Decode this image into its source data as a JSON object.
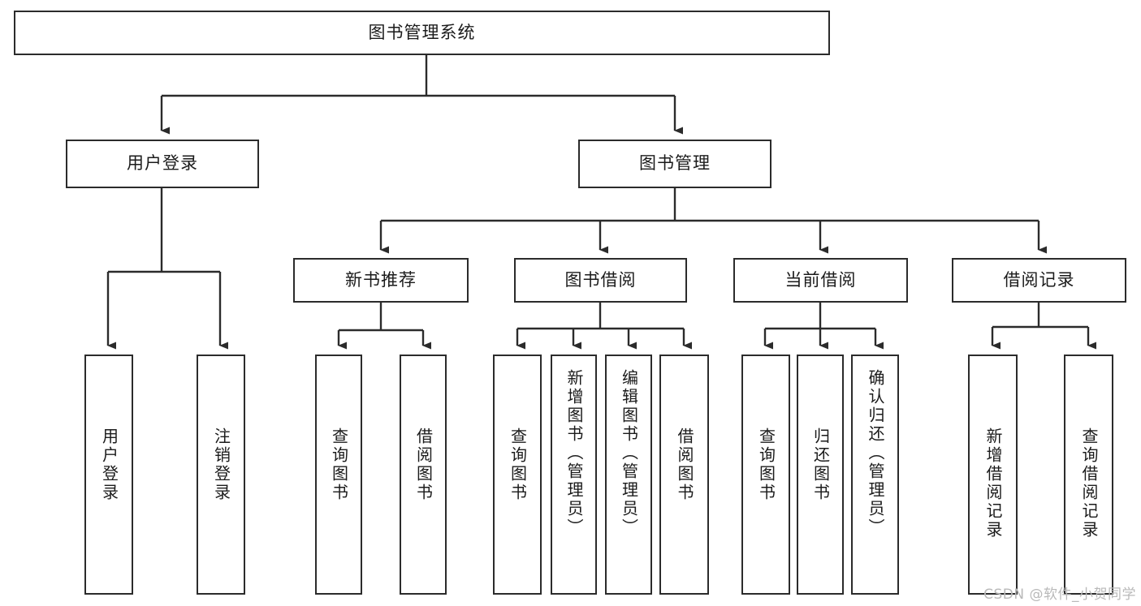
{
  "diagram": {
    "title": "图书管理系统",
    "type": "tree",
    "watermark": "CSDN @软件_小贺同学",
    "colors": {
      "box_border": "#2b2b2b",
      "box_fill": "#ffffff",
      "edge": "#2b2b2b",
      "text": "#1b1b1b",
      "watermark": "#b9b9b9",
      "background": "#ffffff"
    },
    "root": {
      "label": "图书管理系统"
    },
    "level2": [
      {
        "label": "用户登录"
      },
      {
        "label": "图书管理"
      }
    ],
    "level3": [
      {
        "label": "新书推荐"
      },
      {
        "label": "图书借阅"
      },
      {
        "label": "当前借阅"
      },
      {
        "label": "借阅记录"
      }
    ],
    "leaves": {
      "user_login": [
        {
          "label": "用户登录"
        },
        {
          "label": "注销登录"
        }
      ],
      "new_book": [
        {
          "label": "查询图书"
        },
        {
          "label": "借阅图书"
        }
      ],
      "book_borrow": [
        {
          "label": "查询图书"
        },
        {
          "label": "新增图书（管理员）"
        },
        {
          "label": "编辑图书（管理员）"
        },
        {
          "label": "借阅图书"
        }
      ],
      "current_borrow": [
        {
          "label": "查询图书"
        },
        {
          "label": "归还图书"
        },
        {
          "label": "确认归还（管理员）"
        }
      ],
      "borrow_record": [
        {
          "label": "新增借阅记录"
        },
        {
          "label": "查询借阅记录"
        }
      ]
    }
  }
}
